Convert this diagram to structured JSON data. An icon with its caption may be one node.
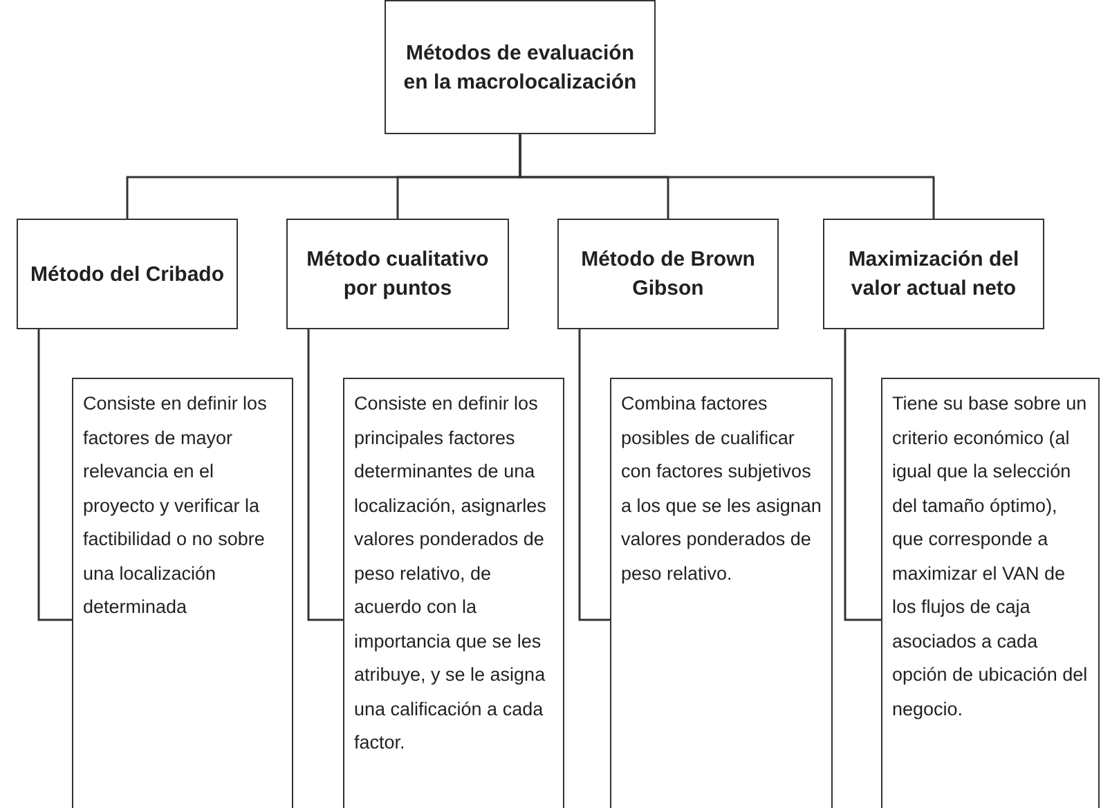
{
  "diagram": {
    "nodes": [
      {
        "text": [
          "Métodos de evaluación en la macrolocalización"
        ]
      },
      {
        "text": [
          "Método del Cribado"
        ]
      },
      {
        "text": [
          "Método cualitativo por puntos"
        ]
      },
      {
        "text": [
          "Método de Brown Gibson"
        ]
      },
      {
        "text": [
          "Maximización del valor actual neto"
        ]
      },
      {
        "text": [
          "Consiste en definir los factores de mayor relevancia en el proyecto y verificar la factibilidad o no sobre una localización determinada"
        ]
      },
      {
        "text": [
          "Consiste en definir los principales factores determinantes de una localización, asignarles valores ponderados de peso relativo, de acuerdo con la importancia que se les atribuye, y se le asigna una calificación a cada factor."
        ]
      },
      {
        "text": [
          "Combina factores posibles de cualificar con factores subjetivos a los que se les asignan valores ponderados de peso relativo."
        ]
      },
      {
        "text": [
          "Tiene su base sobre un criterio económico (al igual que la selección del tamaño óptimo), que corresponde a maximizar el VAN de los flujos de caja asociados a cada opción de ubicación del negocio."
        ]
      }
    ],
    "edges": [
      {
        "from": 0,
        "to": 1,
        "arrow": "none"
      },
      {
        "from": 0,
        "to": 2,
        "arrow": "none"
      },
      {
        "from": 0,
        "to": 3,
        "arrow": "none"
      },
      {
        "from": 0,
        "to": 4,
        "arrow": "none"
      },
      {
        "from": 1,
        "to": 5,
        "arrow": "none"
      },
      {
        "from": 2,
        "to": 6,
        "arrow": "none"
      },
      {
        "from": 3,
        "to": 7,
        "arrow": "none"
      },
      {
        "from": 4,
        "to": 8,
        "arrow": "none"
      }
    ]
  }
}
